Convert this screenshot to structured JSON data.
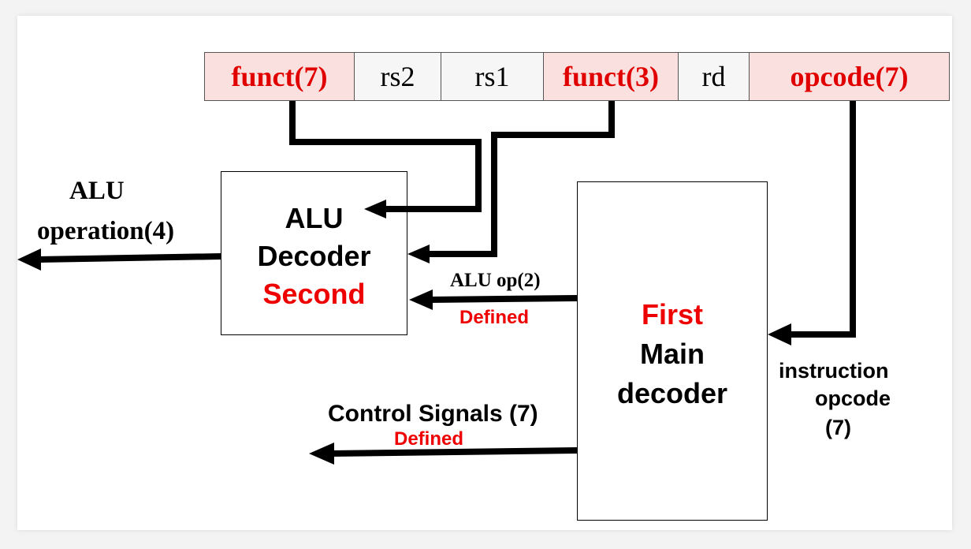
{
  "instruction_fields": [
    {
      "label": "funct(7)",
      "highlight": true
    },
    {
      "label": "rs2",
      "highlight": false
    },
    {
      "label": "rs1",
      "highlight": false
    },
    {
      "label": "funct(3)",
      "highlight": true
    },
    {
      "label": "rd",
      "highlight": false
    },
    {
      "label": "opcode(7)",
      "highlight": true
    }
  ],
  "alu_decoder": {
    "line1": "ALU",
    "line2": "Decoder",
    "line3": "Second"
  },
  "main_decoder": {
    "line1": "First",
    "line2": "Main",
    "line3": "decoder"
  },
  "labels": {
    "alu_operation_line1": "ALU",
    "alu_operation_line2": "operation(4)",
    "alu_op": "ALU op(2)",
    "alu_op_defined": "Defined",
    "control_signals": "Control Signals (7)",
    "control_defined": "Defined",
    "instr_opcode_line1": "instruction",
    "instr_opcode_line2": "opcode",
    "instr_opcode_line3": "(7)"
  },
  "colors": {
    "highlight_fill": "#fbe0e0",
    "highlight_text": "#e00000",
    "wire": "#000000"
  }
}
